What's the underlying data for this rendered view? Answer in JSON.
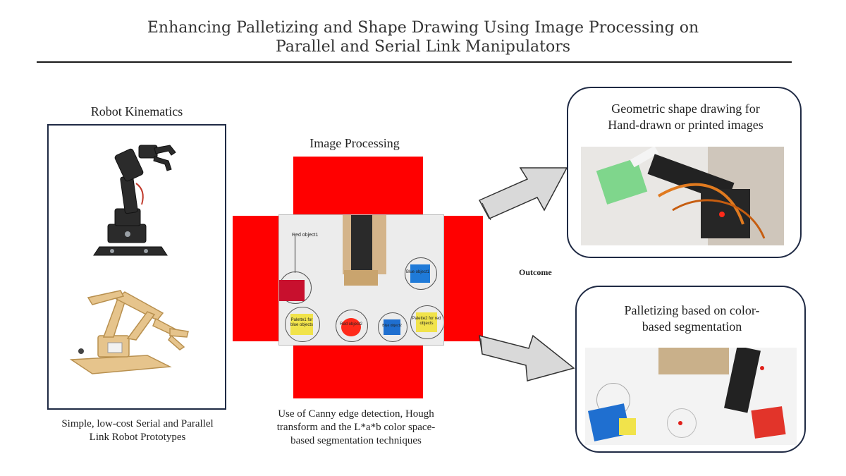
{
  "title": {
    "line1": "Enhancing Palletizing and Shape Drawing Using Image Processing on",
    "line2": "Parallel and Serial Link Manipulators"
  },
  "kinematics": {
    "heading": "Robot Kinematics",
    "caption_line1": "Simple, low-cost Serial and Parallel",
    "caption_line2": "Link Robot Prototypes"
  },
  "image_processing": {
    "heading": "Image Processing",
    "labels": {
      "red_object1": "Red object1",
      "blue_object1": "Blue object1",
      "palette1": "Palette1 for blue objects",
      "red_object2": "Red object2",
      "blue_object2": "Blue object2",
      "palette2": "Palette2 for red objects"
    },
    "caption_line1": "Use of Canny edge detection, Hough",
    "caption_line2": "transform and the L*a*b color space-",
    "caption_line3": "based segmentation  techniques"
  },
  "outcome": {
    "label": "Outcome",
    "top_title_line1": "Geometric shape drawing for",
    "top_title_line2": "Hand-drawn or printed images",
    "bottom_title_line1": "Palletizing  based on color-",
    "bottom_title_line2": "based segmentation"
  },
  "colors": {
    "red": "#ff0000",
    "box_border": "#1f2a44",
    "arrow_fill": "#d9d9d9"
  }
}
